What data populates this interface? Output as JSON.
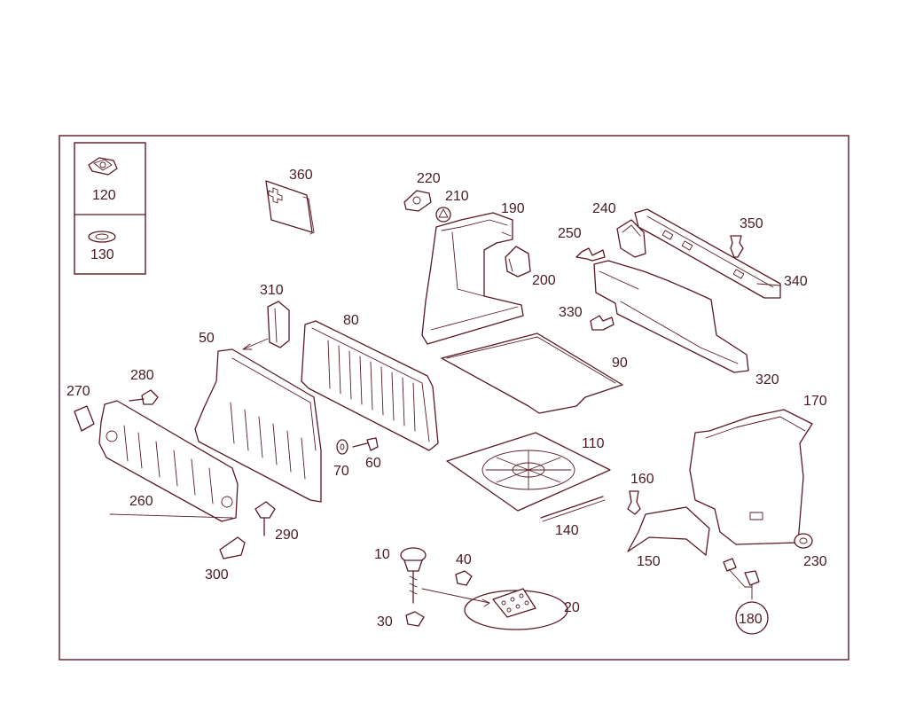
{
  "legend": {
    "top_label": "120",
    "bottom_label": "130"
  },
  "callouts": [
    {
      "key": "p10",
      "text": "10"
    },
    {
      "key": "p20",
      "text": "20"
    },
    {
      "key": "p30",
      "text": "30"
    },
    {
      "key": "p40",
      "text": "40"
    },
    {
      "key": "p50",
      "text": "50"
    },
    {
      "key": "p60",
      "text": "60"
    },
    {
      "key": "p70",
      "text": "70"
    },
    {
      "key": "p80",
      "text": "80"
    },
    {
      "key": "p90",
      "text": "90"
    },
    {
      "key": "p110",
      "text": "110"
    },
    {
      "key": "p140",
      "text": "140"
    },
    {
      "key": "p150",
      "text": "150"
    },
    {
      "key": "p160",
      "text": "160"
    },
    {
      "key": "p170",
      "text": "170"
    },
    {
      "key": "p180",
      "text": "180"
    },
    {
      "key": "p190",
      "text": "190"
    },
    {
      "key": "p200",
      "text": "200"
    },
    {
      "key": "p210",
      "text": "210"
    },
    {
      "key": "p220",
      "text": "220"
    },
    {
      "key": "p230",
      "text": "230"
    },
    {
      "key": "p240",
      "text": "240"
    },
    {
      "key": "p250",
      "text": "250"
    },
    {
      "key": "p260",
      "text": "260"
    },
    {
      "key": "p270",
      "text": "270"
    },
    {
      "key": "p280",
      "text": "280"
    },
    {
      "key": "p290",
      "text": "290"
    },
    {
      "key": "p300",
      "text": "300"
    },
    {
      "key": "p310",
      "text": "310"
    },
    {
      "key": "p320",
      "text": "320"
    },
    {
      "key": "p330",
      "text": "330"
    },
    {
      "key": "p340",
      "text": "340"
    },
    {
      "key": "p350",
      "text": "350"
    },
    {
      "key": "p360",
      "text": "360"
    }
  ]
}
